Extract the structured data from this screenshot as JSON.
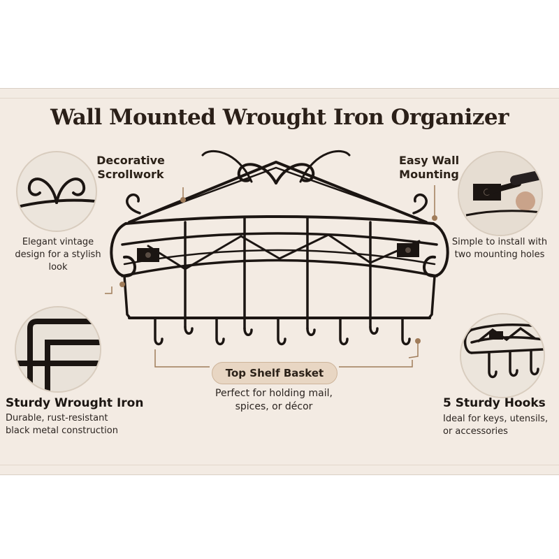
{
  "title": "Wall Mounted Wrought Iron Organizer",
  "features": {
    "scroll": {
      "heading_1": "Decorative",
      "heading_2": "Scrollwork",
      "desc_1": "Elegant vintage",
      "desc_2": "design for a stylish look"
    },
    "mount": {
      "heading_1": "Easy Wall",
      "heading_2": "Mounting",
      "desc_1": "Simple to install with",
      "desc_2": "two mounting holes"
    },
    "iron": {
      "heading": "Sturdy Wrought Iron",
      "desc_1": "Durable, rust-resistant",
      "desc_2": "black metal construction"
    },
    "basket": {
      "heading": "Top Shelf Basket",
      "desc_1": "Perfect for holding mail,",
      "desc_2": "spices, or décor"
    },
    "hooks": {
      "heading": "5 Sturdy Hooks",
      "desc_1": "Ideal for keys, utensils,",
      "desc_2": "or accessories"
    }
  },
  "colors": {
    "background": "#f3ebe3",
    "iron": "#1b1512",
    "accent": "#a07c5a"
  }
}
